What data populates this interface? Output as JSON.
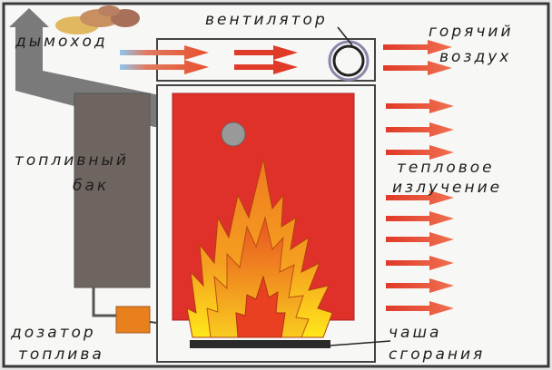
{
  "labels": {
    "chimney": "дымоход",
    "fan": "вентилятор",
    "hot_air_1": "горячий",
    "hot_air_2": "воздух",
    "radiation_1": "тепловое",
    "radiation_2": "излучение",
    "fuel_tank_1": "топливный",
    "fuel_tank_2": "бак",
    "dispenser_1": "дозатор",
    "dispenser_2": "топлива",
    "bowl_1": "чаша",
    "bowl_2": "сгорания"
  },
  "colors": {
    "firebox": "#e0302a",
    "tank": "#6f6560",
    "chimney": "#7a7a7a",
    "dispenser": "#e8801e",
    "arrow": "#e8502c"
  },
  "icons": [
    "chimney-arrow-icon",
    "smoke-cloud-icon",
    "fan-icon",
    "flame-icon"
  ]
}
